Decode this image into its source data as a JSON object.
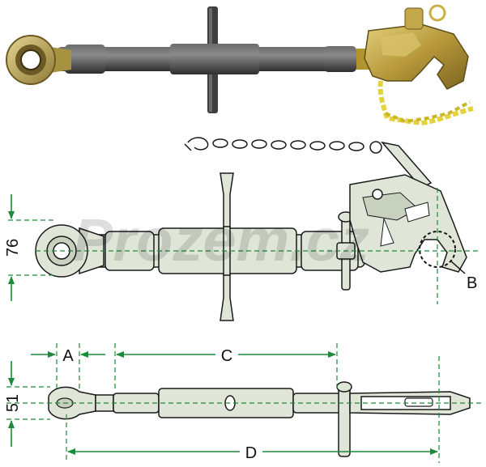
{
  "watermark": "Prozem.cz",
  "dimensions": {
    "height_top": "76",
    "height_bottom": "51",
    "label_a": "A",
    "label_b": "B",
    "label_c": "C",
    "label_d": "D"
  },
  "colors": {
    "dimension": "#1d8a3a",
    "body_metal": "#dfe6d8",
    "outline": "#1a1a1a",
    "photo_rod": "#4b4b4b",
    "photo_hook": "#b49a3a",
    "photo_chain": "#e3d23a"
  }
}
